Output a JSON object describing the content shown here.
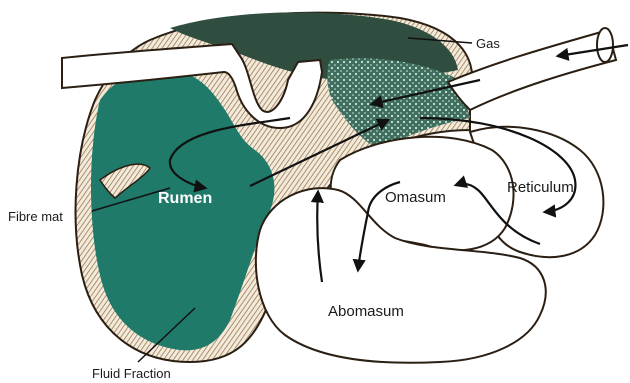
{
  "diagram": {
    "labels": {
      "gas": "Gas",
      "rumen": "Rumen",
      "omasum": "Omasum",
      "reticulum": "Reticulum",
      "abomasum": "Abomasum",
      "fibre_mat": "Fibre mat",
      "fluid_fraction": "Fluid Fraction"
    },
    "colors": {
      "rumen_fluid": "#1f7a6a",
      "gas_dark": "#2f4e40",
      "outline": "#2b1f14",
      "organ_fill": "#ffffff"
    }
  }
}
